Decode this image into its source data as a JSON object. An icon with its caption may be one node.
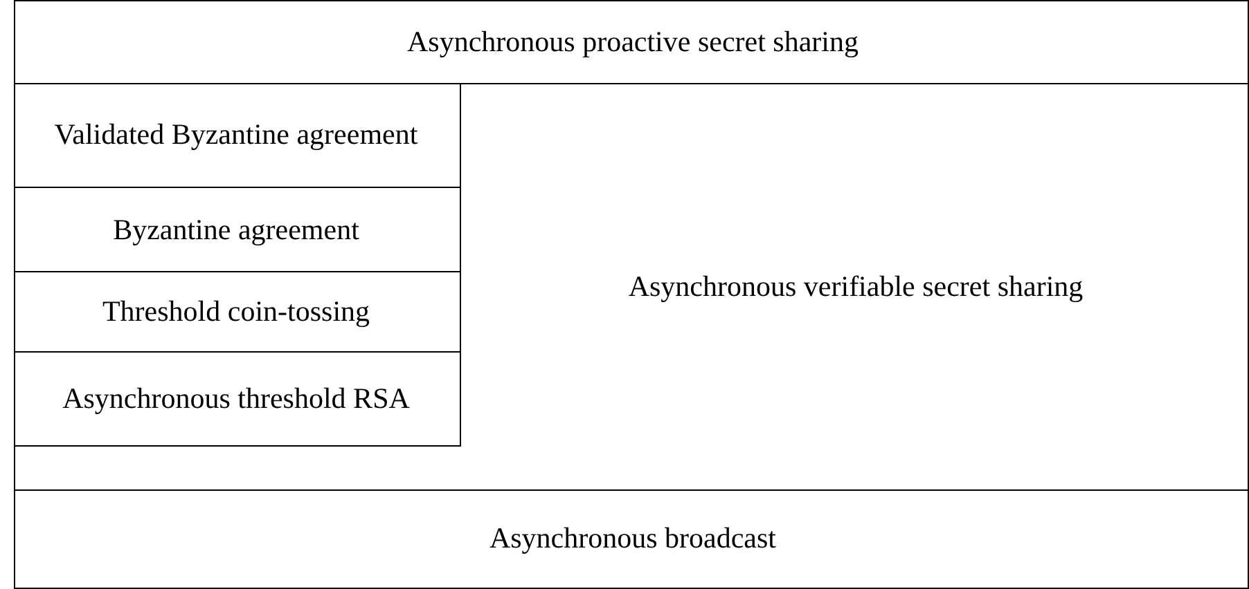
{
  "diagram": {
    "nodes": [
      {
        "text": [
          "Asynchronous proactive secret sharing"
        ]
      },
      {
        "text": [
          "Asynchronous verifiable secret sharing"
        ]
      },
      {
        "text": [
          "Validated Byzantine agreement"
        ],
        "in": 1
      },
      {
        "text": [
          "Byzantine agreement"
        ],
        "in": 1
      },
      {
        "text": [
          "Threshold coin-tossing"
        ],
        "in": 1
      },
      {
        "text": [
          "Asynchronous threshold RSA"
        ],
        "in": 1
      },
      {
        "text": [
          "Asynchronous broadcast"
        ]
      }
    ]
  }
}
